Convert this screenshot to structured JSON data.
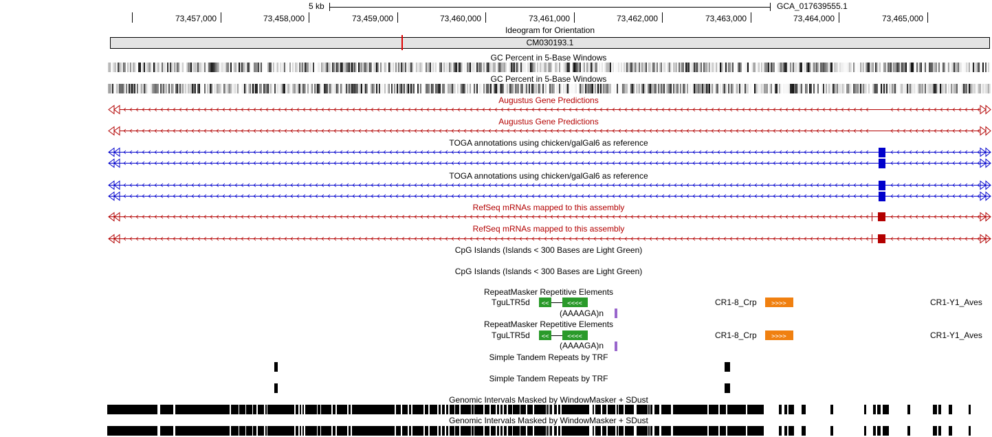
{
  "ruler": {
    "scale_label": "5 kb",
    "assembly": "GCA_017639555.1",
    "positions": [
      "73,457,000",
      "73,458,000",
      "73,459,000",
      "73,460,000",
      "73,461,000",
      "73,462,000",
      "73,463,000",
      "73,464,000",
      "73,465,000"
    ]
  },
  "ideogram": {
    "title": "Ideogram for Orientation",
    "chrom": "CM030193.1"
  },
  "tracks": {
    "gc_title": "GC Percent in 5-Base Windows",
    "augustus_title": "Augustus Gene Predictions",
    "toga_title": "TOGA annotations using chicken/galGal6 as reference",
    "refseq_title": "RefSeq mRNAs mapped to this assembly",
    "cpg_title": "CpG Islands (Islands < 300 Bases are Light Green)",
    "rmsk_title": "RepeatMasker Repetitive Elements",
    "trf_title": "Simple Tandem Repeats by TRF",
    "wm_title": "Genomic Intervals Masked by WindowMasker + SDust"
  },
  "repeats": {
    "ltr": "TguLTR5d",
    "simple": "(AAAAGA)n",
    "cr1_crp": "CR1-8_Crp",
    "cr1_aves": "CR1-Y1_Aves"
  },
  "colors": {
    "augustus": "#b30000",
    "toga": "#0000cc",
    "refseq": "#b30000",
    "rmsk_ltr": "#2a9a2a",
    "rmsk_line": "#f08010",
    "rmsk_simple": "#9966cc",
    "ideogram_marker": "#e00000"
  }
}
